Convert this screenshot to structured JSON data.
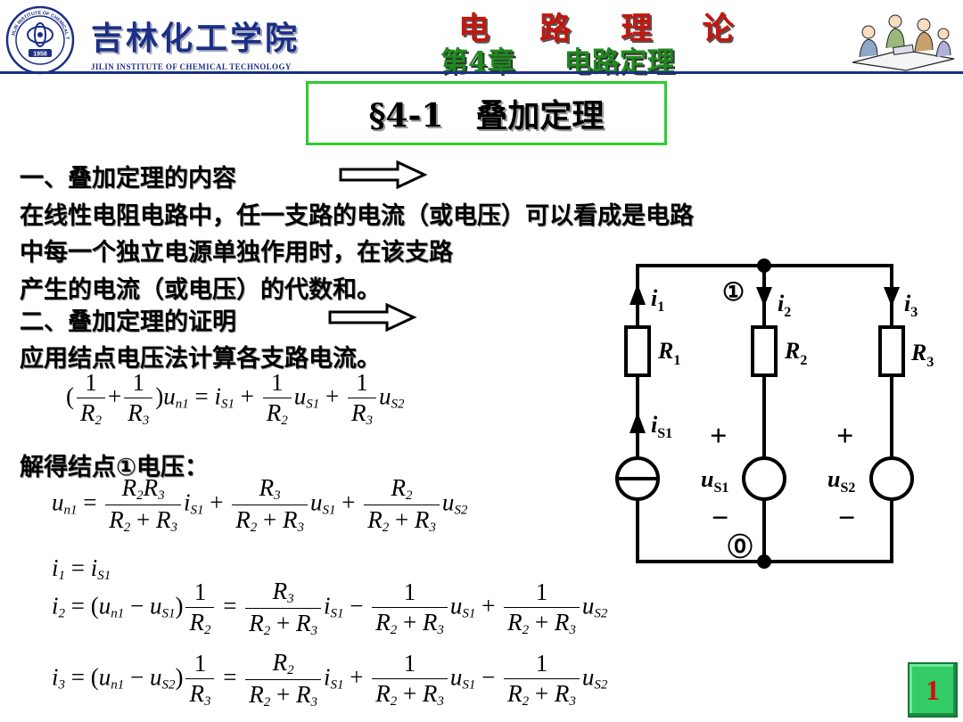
{
  "header": {
    "school_cn": "吉林化工学院",
    "school_en": "JILIN INSTITUTE OF CHEMICAL TECHNOLOGY",
    "logo_year": "1958",
    "logo_ring": "JILIN INSTITUTE OF CHEMICAL TECHNOLOGY",
    "course": "电 路 理 论",
    "chapter": "第4章",
    "chapter_title": "电路定理"
  },
  "section_title": "§4-1　叠加定理",
  "text": {
    "h1": "一、叠加定理的内容",
    "p1": "在线性电阻电路中，任一支路的电流（或电压）可以看成是电路",
    "p2": "中每一个独立电源单独作用时，在该支路",
    "p3": "产生的电流（或电压）的代数和。",
    "h2": "二、叠加定理的证明",
    "p4": "应用结点电压法计算各支路电流。",
    "p5": "解得结点①电压："
  },
  "circuit": {
    "node_top": "①",
    "node_bottom": "⓪",
    "plus": "+",
    "minus": "−"
  },
  "page_number": "1",
  "colors": {
    "title_box_border": "#2ecc2e",
    "header_line": "#1b2f86",
    "page_box_bg": "#33cc66",
    "page_num": "#d01010",
    "course_red": "#c4160e",
    "chapter_green": "#1e8a1e"
  }
}
